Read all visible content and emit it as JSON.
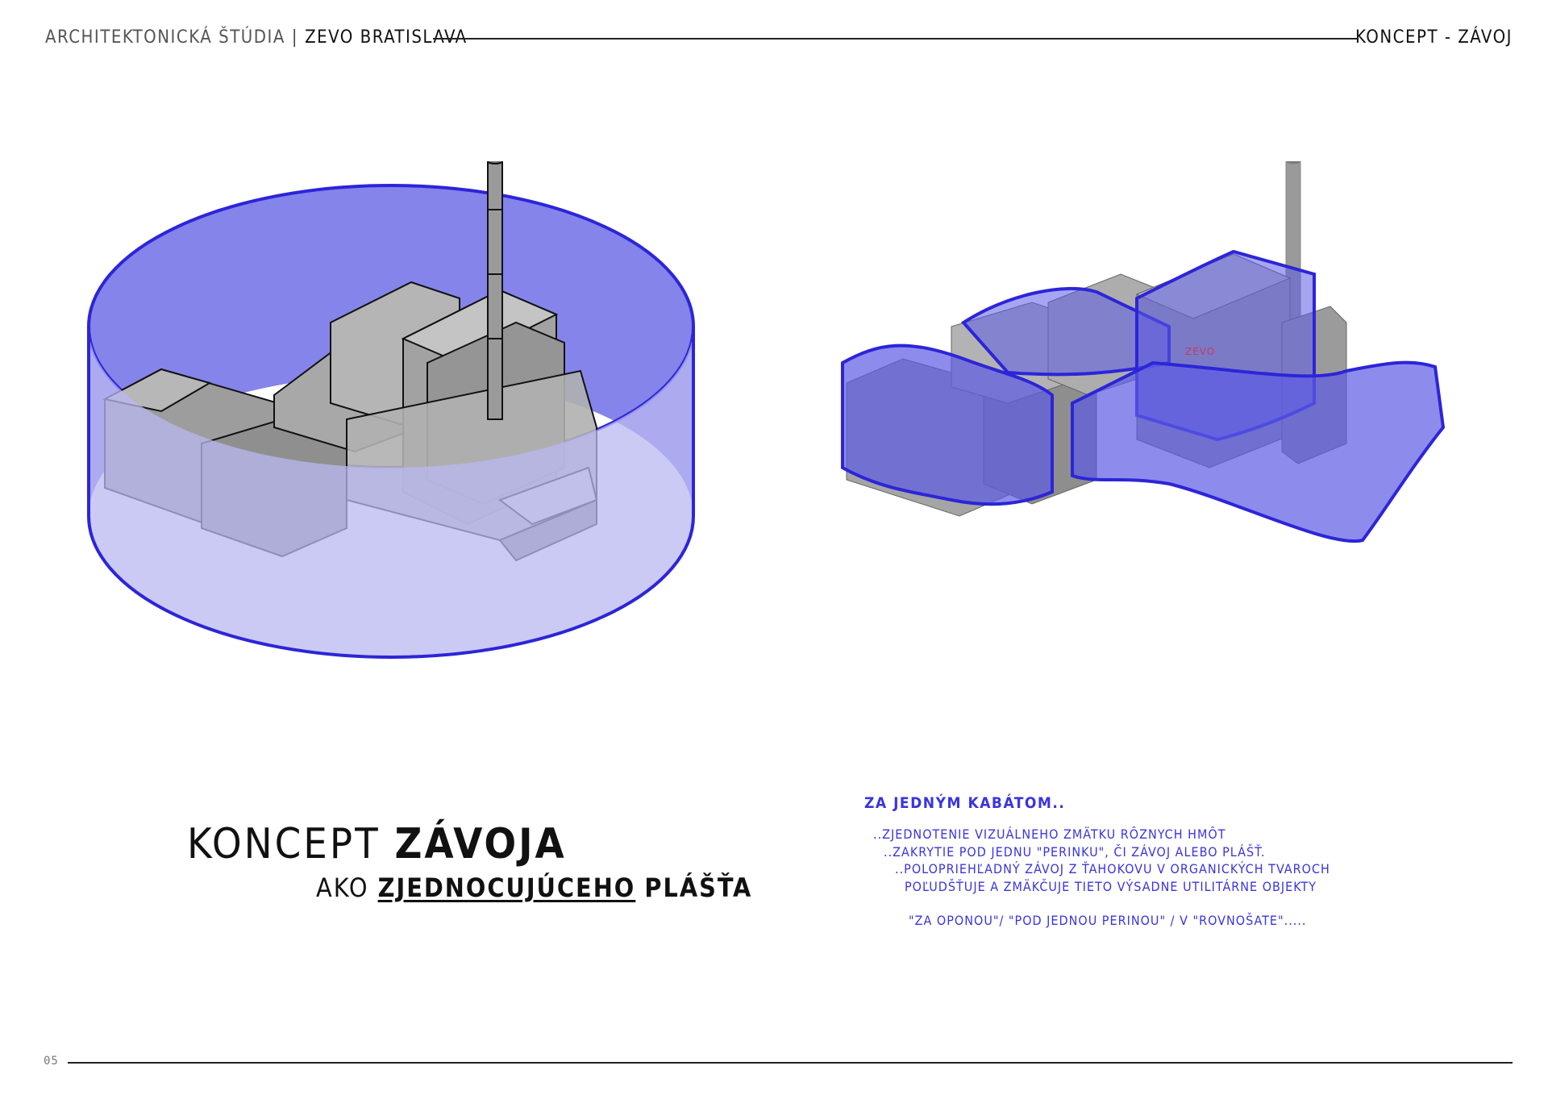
{
  "header": {
    "course": "ARCHITEKTONICKÁ ŠTÚDIA",
    "separator": "|",
    "project": "ZEVO BRATISLAVA",
    "section": "KONCEPT - ZÁVOJ"
  },
  "title": {
    "word1": "KONCEPT",
    "word2": "ZÁVOJA",
    "sub_prefix": "AKO",
    "sub_underlined": "ZJEDNOCUJÚCEHO",
    "sub_suffix": "PLÁŠŤA"
  },
  "text_block": {
    "heading": "ZA JEDNÝM KABÁTOM..",
    "lines": [
      "..ZJEDNOTENIE VIZUÁLNEHO ZMÄTKU RÔZNYCH HMÔT",
      "..ZAKRYTIE POD JEDNU \"PERINKU\", ČI ZÁVOJ ALEBO PLÁŠŤ.",
      "..POLOPRIEHĽADNÝ ZÁVOJ Z ŤAHOKOVU V ORGANICKÝCH TVAROCH",
      "POĽUDŠŤUJE A ZMÄKČUJE TIETO VÝSADNE UTILITÁRNE OBJEKTY",
      "\"ZA OPONOU\"/ \"POD JEDNOU PERINOU\" / V \"ROVNOŠATE\"....."
    ]
  },
  "diagram_label": "ZEVO",
  "footer": {
    "page": "05"
  },
  "colors": {
    "accent": "#3a34e0",
    "veil_fill": "#6f6ee6",
    "veil_light": "#b9b8f2",
    "building": "#a9a9a9"
  }
}
